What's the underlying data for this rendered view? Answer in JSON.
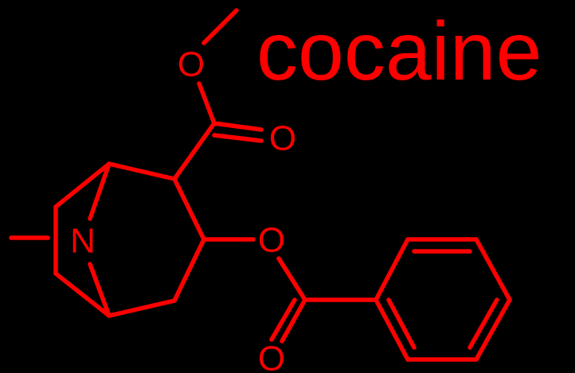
{
  "molecule": {
    "name": "cocaine",
    "color": "#ff0000",
    "background": "#000000",
    "atoms": {
      "ester_oxygen": "O",
      "carbonyl_oxygen": "O",
      "nitrogen": "N",
      "benzoate_ester_oxygen": "O",
      "benzoate_carbonyl_oxygen": "O"
    }
  }
}
